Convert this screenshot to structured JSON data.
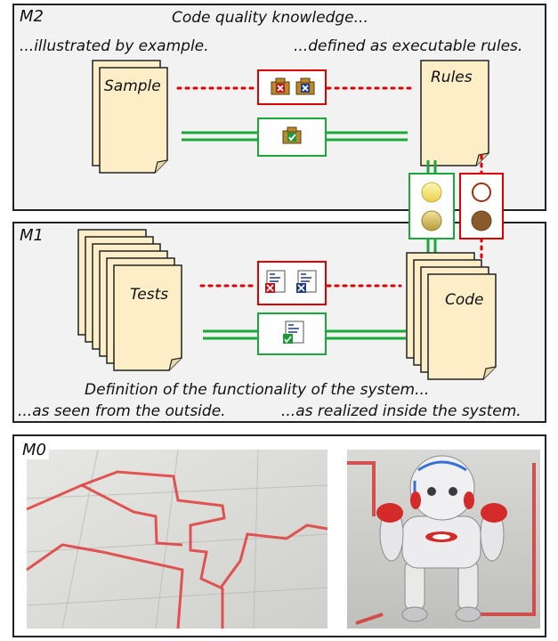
{
  "m2": {
    "label": "M2",
    "title": "Code quality knowledge...",
    "left_caption": "...illustrated by example.",
    "right_caption": "...defined as executable rules.",
    "sample_label": "Sample",
    "rules_label": "Rules"
  },
  "m1": {
    "label": "M1",
    "tests_label": "Tests",
    "code_label": "Code",
    "caption_main": "Definition of the functionality of the system...",
    "caption_left": "...as seen from the outside.",
    "caption_right": "...as realized inside the system."
  },
  "m0": {
    "label": "M0"
  },
  "colors": {
    "paper": "#fdeec8",
    "fail": "#e00000",
    "pass": "#1aa83a",
    "light_yellow": "#f2e27a",
    "light_brown": "#8b5a2b"
  }
}
